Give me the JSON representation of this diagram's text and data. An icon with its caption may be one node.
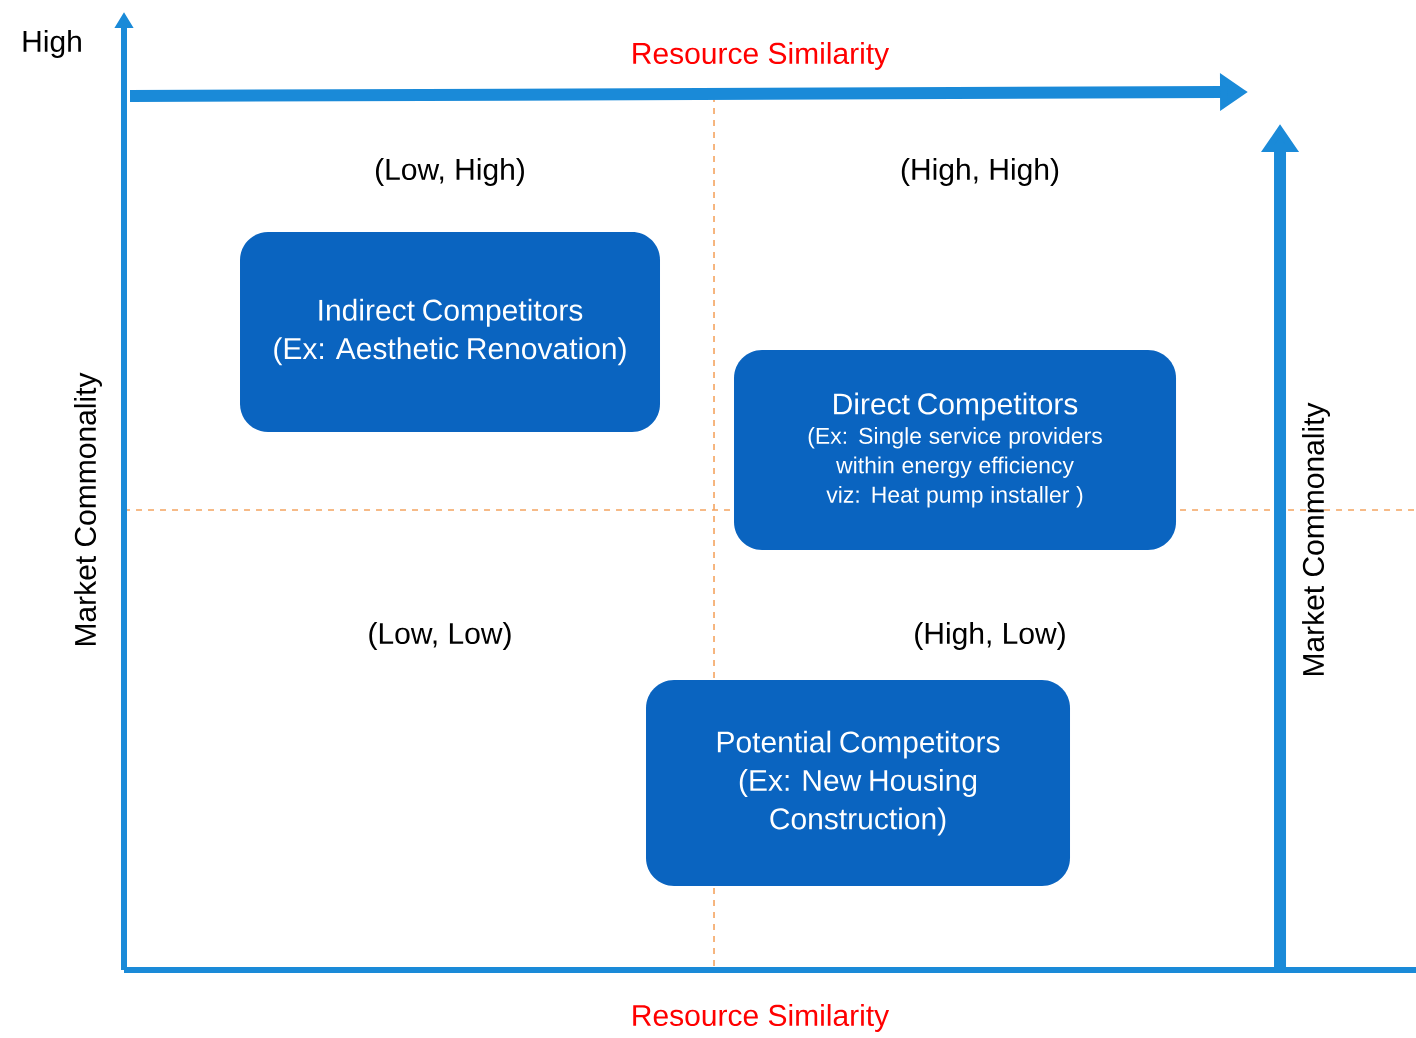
{
  "diagram": {
    "nodes": [
      {
        "text": [
          "Indirect Competitors",
          "(Ex: Aesthetic Renovation)"
        ]
      },
      {
        "text": [
          "Direct Competitors",
          "(Ex: Single service providers within energy efficiency viz: Heat pump installer )"
        ]
      },
      {
        "text": [
          "Potential Competitors",
          "(Ex: New Housing Construction)"
        ]
      }
    ],
    "edges": [],
    "labels": [
      "High",
      "Resource Similarity",
      "(Low, High)",
      "(High, High)",
      "Market Commonality",
      "Market Commonality",
      "(Low, Low)",
      "(High, Low)",
      "Resource Similarity"
    ]
  }
}
